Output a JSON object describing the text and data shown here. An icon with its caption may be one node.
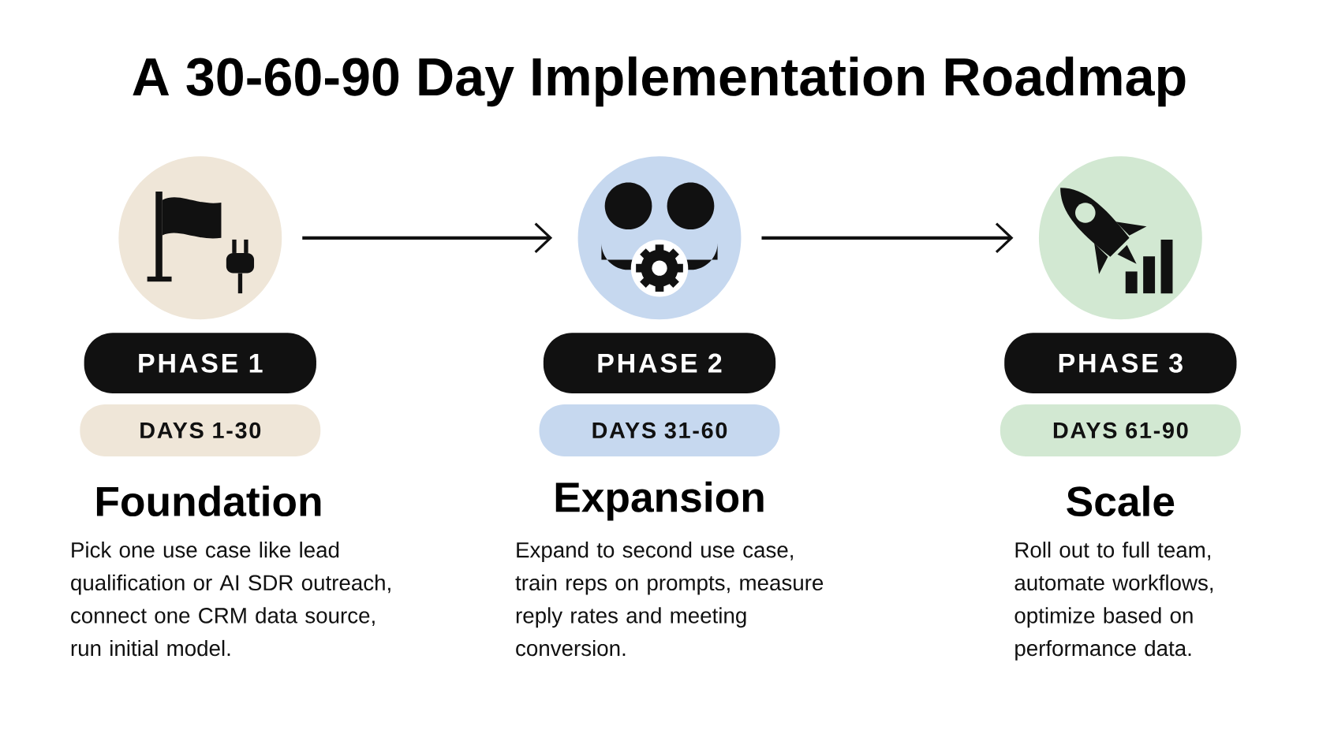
{
  "diagram": {
    "title": "A 30-60-90 Day Implementation Roadmap",
    "nodes": [
      {
        "text": [],
        "shape": "circle"
      },
      {
        "text": [
          "PHASE 1"
        ]
      },
      {
        "text": [
          "DAYS 1-30"
        ]
      },
      {
        "text": [],
        "shape": "circle"
      },
      {
        "text": [
          "PHASE 2"
        ]
      },
      {
        "text": [
          "DAYS 31-60"
        ]
      },
      {
        "text": [],
        "shape": "circle"
      },
      {
        "text": [
          "PHASE 3"
        ]
      },
      {
        "text": [
          "DAYS 61-90"
        ]
      }
    ],
    "edges": [
      {
        "from": 0,
        "to": 3,
        "arrow": "to"
      },
      {
        "from": 3,
        "to": 6,
        "arrow": "to"
      }
    ],
    "labels": [
      "Foundation",
      "Pick one use case like lead qualification or AI SDR outreach, connect one CRM data source, run initial model.",
      "Expansion",
      "Expand to second use case, train reps on prompts, measure reply rates and meeting conversion.",
      "Scale",
      "Roll out to full team, automate workflows, optimize based on performance data."
    ]
  }
}
